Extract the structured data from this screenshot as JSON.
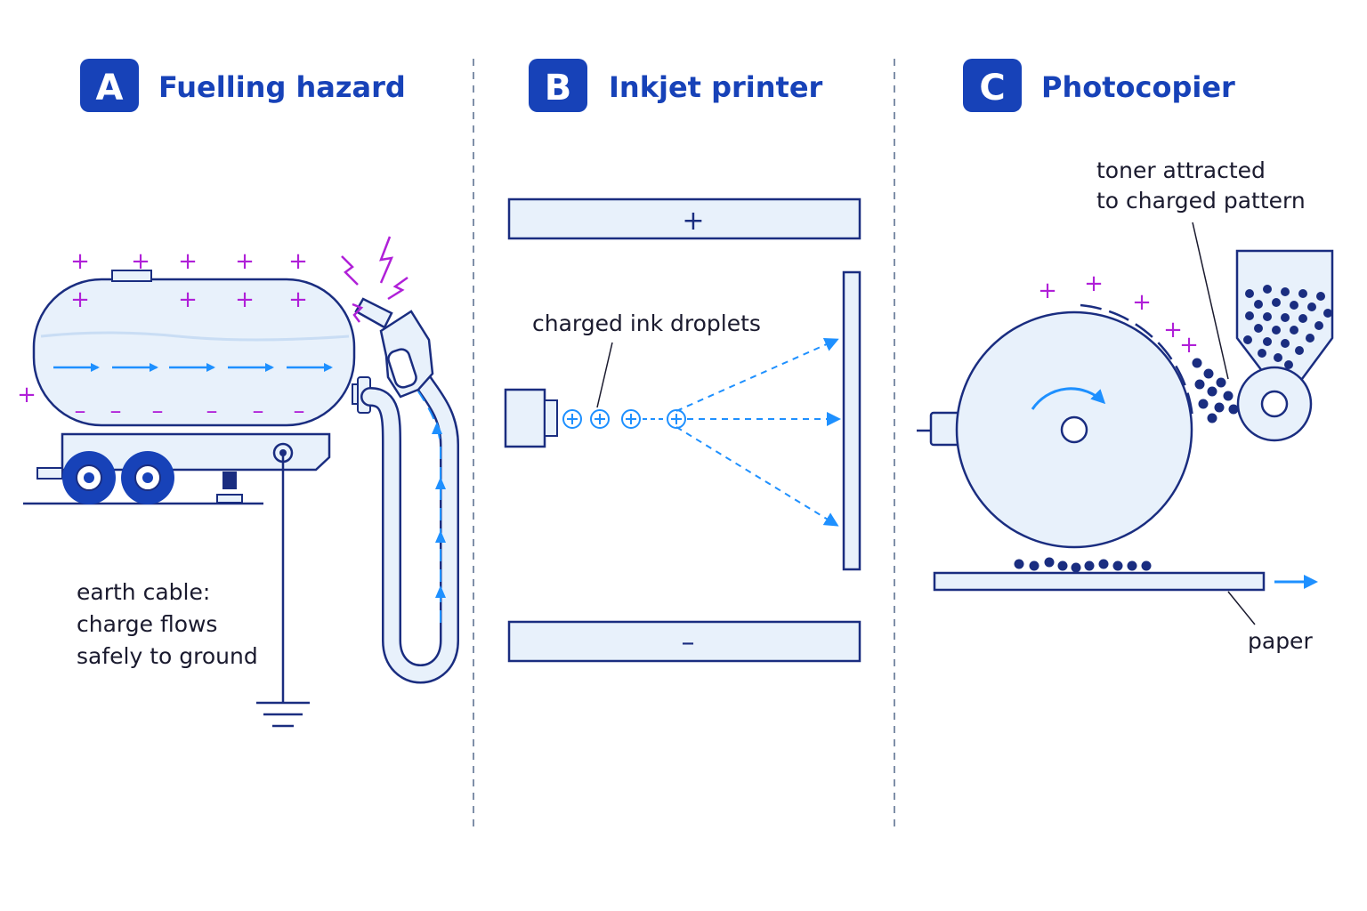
{
  "panels": [
    {
      "letter": "A",
      "title": "Fuelling hazard"
    },
    {
      "letter": "B",
      "title": "Inkjet printer"
    },
    {
      "letter": "C",
      "title": "Photocopier"
    }
  ],
  "fuelling": {
    "earth_label": [
      "earth cable:",
      "charge flows",
      "safely to ground"
    ],
    "positive_sign": "+",
    "negative_sign": "–"
  },
  "inkjet": {
    "droplet_label": "charged ink droplets",
    "top_plate_sign": "+",
    "bottom_plate_sign": "–"
  },
  "photocopier": {
    "toner_label": [
      "toner attracted",
      "to charged pattern"
    ],
    "paper_label": "paper",
    "positive_sign": "+"
  },
  "colors": {
    "outline": "#1a2d80",
    "fill": "#e8f1fb",
    "accent_blue": "#1e90ff",
    "charge_magenta": "#b020d8",
    "badge": "#1742b8",
    "divider": "#7f8fa8"
  }
}
